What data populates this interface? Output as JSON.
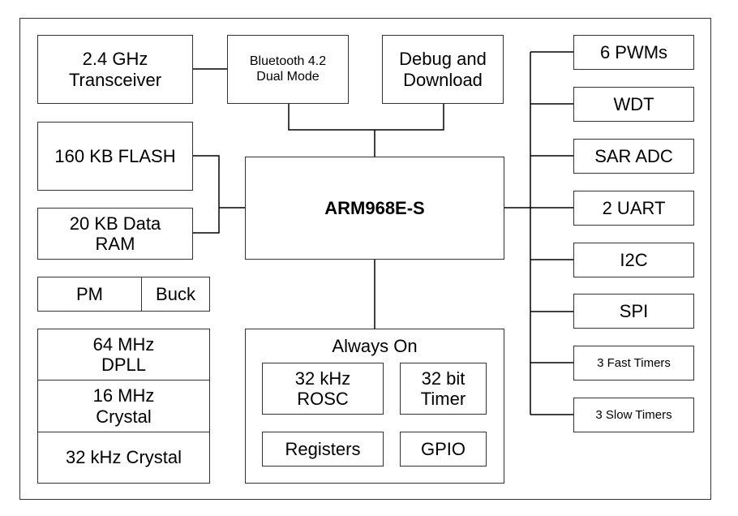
{
  "core": {
    "label": "ARM968E-S"
  },
  "top_blocks": {
    "transceiver": "2.4 GHz\nTransceiver",
    "bluetooth": "Bluetooth 4.2\nDual Mode",
    "debug": "Debug and\nDownload"
  },
  "memory": {
    "flash": "160 KB FLASH",
    "ram": "20 KB Data\nRAM"
  },
  "power": {
    "pm": "PM",
    "buck": "Buck"
  },
  "clocks": {
    "dpll": "64 MHz\nDPLL",
    "crystal16": "16 MHz\nCrystal",
    "crystal32": "32 kHz Crystal"
  },
  "always_on": {
    "title": "Always On",
    "rosc": "32 kHz\nROSC",
    "timer": "32 bit\nTimer",
    "registers": "Registers",
    "gpio": "GPIO"
  },
  "peripherals": [
    "6 PWMs",
    "WDT",
    "SAR ADC",
    "2 UART",
    "I2C",
    "SPI",
    "3 Fast Timers",
    "3 Slow Timers"
  ]
}
